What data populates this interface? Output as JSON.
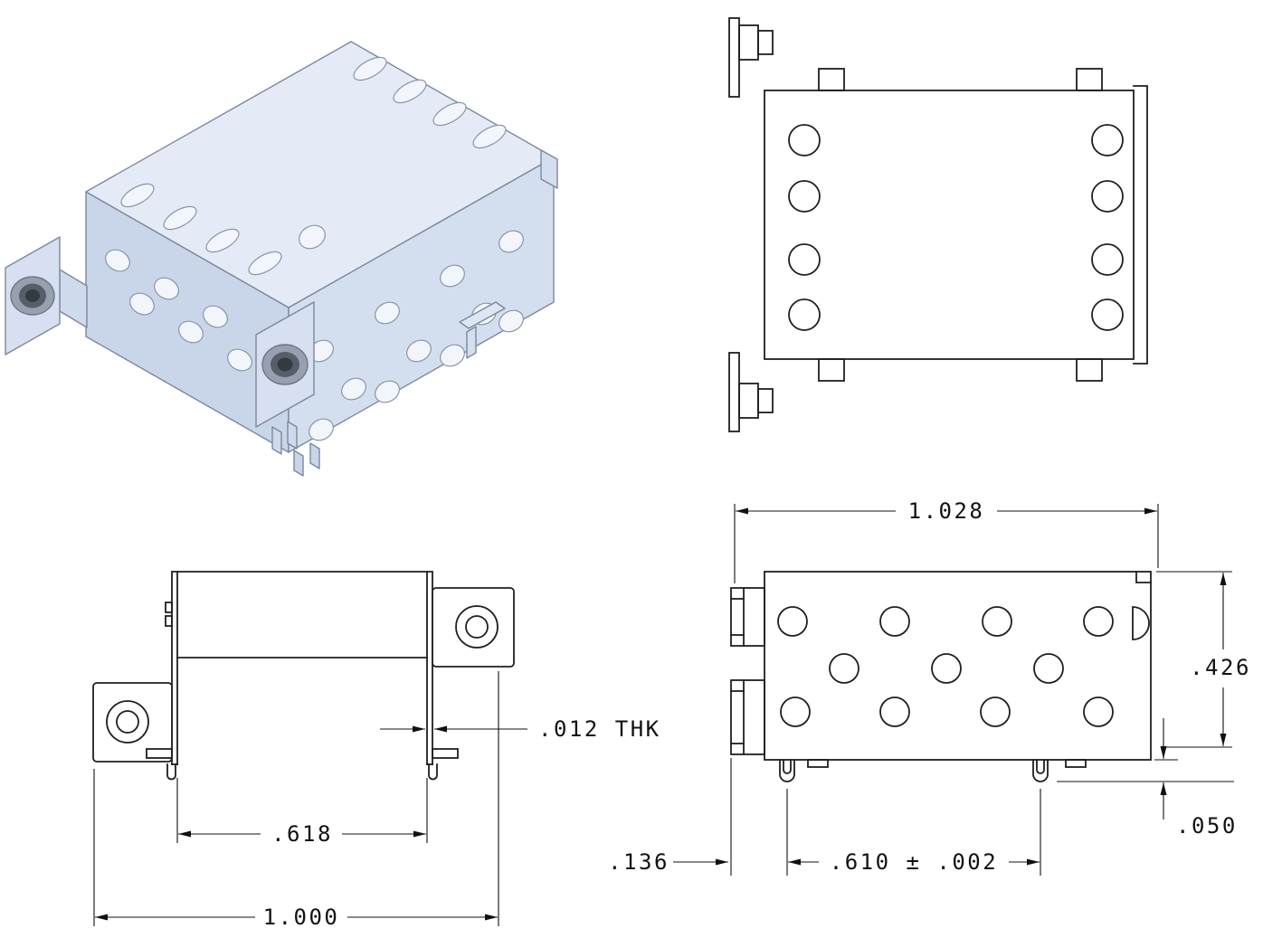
{
  "drawing": {
    "dimensions": {
      "thickness": ".012 THK",
      "front_opening_width": ".618",
      "front_overall_width": "1.000",
      "side_overall_length": "1.028",
      "side_height": ".426",
      "hook_projection": ".050",
      "flange_to_hook_offset": ".136",
      "hook_spacing": ".610 ± .002"
    },
    "colors": {
      "line": "#1f1f1f",
      "dimension_line": "#111111",
      "iso_top_face": "#e4ebf7",
      "iso_front_face": "#d3deef",
      "iso_side_face": "#c9d5e9",
      "grommet_outer": "#97a0ae",
      "grommet_mid": "#565e6a",
      "grommet_bore": "#333a42",
      "background": "#ffffff"
    }
  }
}
